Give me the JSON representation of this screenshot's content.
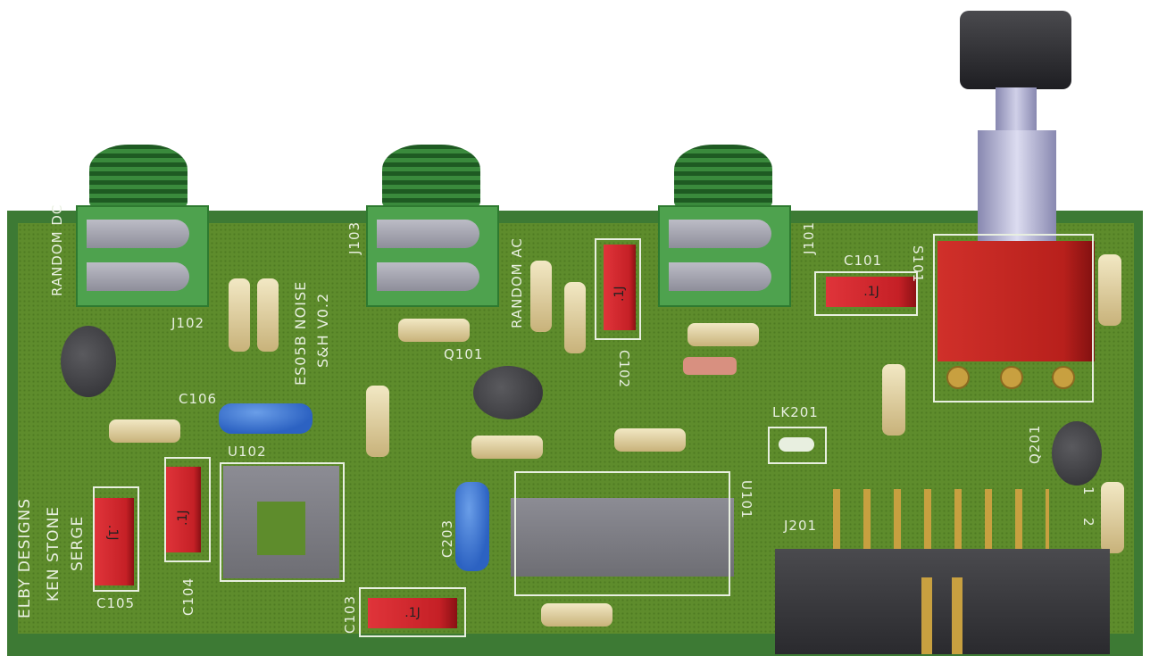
{
  "board": {
    "title_lines": [
      "ES05B NOISE",
      "S&H V0.2"
    ],
    "credits": [
      "ELBY DESIGNS",
      "KEN STONE",
      "SERGE"
    ]
  },
  "labels": {
    "random_dc": "RANDOM DC",
    "random_ac": "RANDOM AC",
    "j101": "J101",
    "j102": "J102",
    "j103": "J103",
    "q101": "Q101",
    "q201": "Q201",
    "c101": "C101",
    "c102": "C102",
    "c103": "C103",
    "c104": "C104",
    "c105": "C105",
    "c106": "C106",
    "c203": "C203",
    "u101": "U101",
    "u102": "U102",
    "s101": "S101",
    "lk201": "LK201",
    "j201": "J201",
    "pin1": "1",
    "pin2": "2"
  },
  "cap_value": ".1J",
  "colors": {
    "board": "#5e8c2c",
    "silk": "#e8efe0",
    "cap_red": "#c52026",
    "cap_blue": "#2c62c2",
    "jack": "#4ea24e"
  }
}
